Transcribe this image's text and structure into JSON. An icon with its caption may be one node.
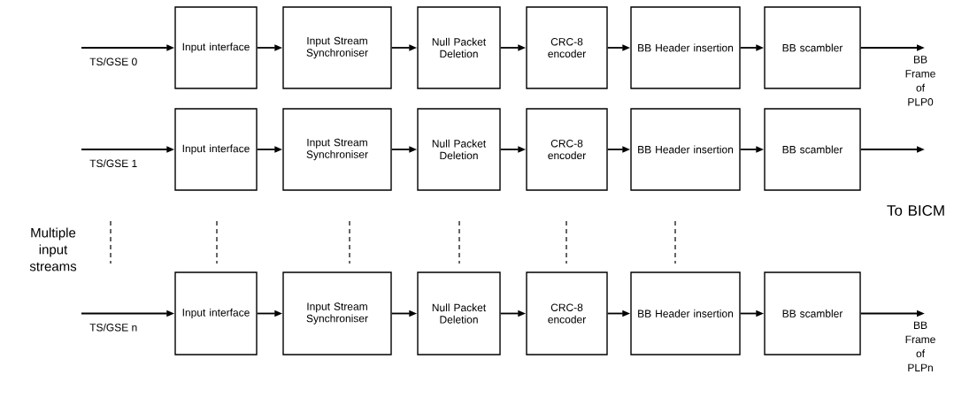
{
  "diagram": {
    "nodes": [
      {
        "text": [
          "Input interface"
        ]
      },
      {
        "text": [
          "Input Stream Synchroniser"
        ]
      },
      {
        "text": [
          "Null Packet Deletion"
        ]
      },
      {
        "text": [
          "CRC-8 encoder"
        ]
      },
      {
        "text": [
          "BB Header insertion"
        ]
      },
      {
        "text": [
          "BB scambler"
        ]
      },
      {
        "text": [
          "Input interface"
        ]
      },
      {
        "text": [
          "Input Stream Synchroniser"
        ]
      },
      {
        "text": [
          "Null Packet Deletion"
        ]
      },
      {
        "text": [
          "CRC-8 encoder"
        ]
      },
      {
        "text": [
          "BB Header insertion"
        ]
      },
      {
        "text": [
          "BB scambler"
        ]
      },
      {
        "text": [
          "Input interface"
        ]
      },
      {
        "text": [
          "Input Stream Synchroniser"
        ]
      },
      {
        "text": [
          "Null Packet Deletion"
        ]
      },
      {
        "text": [
          "CRC-8 encoder"
        ]
      },
      {
        "text": [
          "BB Header insertion"
        ]
      },
      {
        "text": [
          "BB scambler"
        ]
      }
    ],
    "edges": [
      {
        "from": null,
        "to": 0,
        "arrow": "to",
        "label": "TS/GSE 0"
      },
      {
        "from": 0,
        "to": 1,
        "arrow": "to"
      },
      {
        "from": 1,
        "to": 2,
        "arrow": "to"
      },
      {
        "from": 2,
        "to": 3,
        "arrow": "to"
      },
      {
        "from": 3,
        "to": 4,
        "arrow": "to"
      },
      {
        "from": 4,
        "to": 5,
        "arrow": "to"
      },
      {
        "from": 5,
        "to": null,
        "arrow": "to",
        "label": "BB Frame of PLP0"
      },
      {
        "from": null,
        "to": 6,
        "arrow": "to",
        "label": "TS/GSE 1"
      },
      {
        "from": 6,
        "to": 7,
        "arrow": "to"
      },
      {
        "from": 7,
        "to": 8,
        "arrow": "to"
      },
      {
        "from": 8,
        "to": 9,
        "arrow": "to"
      },
      {
        "from": 9,
        "to": 10,
        "arrow": "to"
      },
      {
        "from": 10,
        "to": 11,
        "arrow": "to"
      },
      {
        "from": 11,
        "to": null,
        "arrow": "to"
      },
      {
        "from": null,
        "to": 12,
        "arrow": "to",
        "label": "TS/GSE n"
      },
      {
        "from": 12,
        "to": 13,
        "arrow": "to"
      },
      {
        "from": 13,
        "to": 14,
        "arrow": "to"
      },
      {
        "from": 14,
        "to": 15,
        "arrow": "to"
      },
      {
        "from": 15,
        "to": 16,
        "arrow": "to"
      },
      {
        "from": 16,
        "to": 17,
        "arrow": "to"
      },
      {
        "from": 17,
        "to": null,
        "arrow": "to",
        "label": "BB Frame of PLPn"
      }
    ],
    "labels": [
      "Multiple input streams",
      "To BICM"
    ]
  }
}
